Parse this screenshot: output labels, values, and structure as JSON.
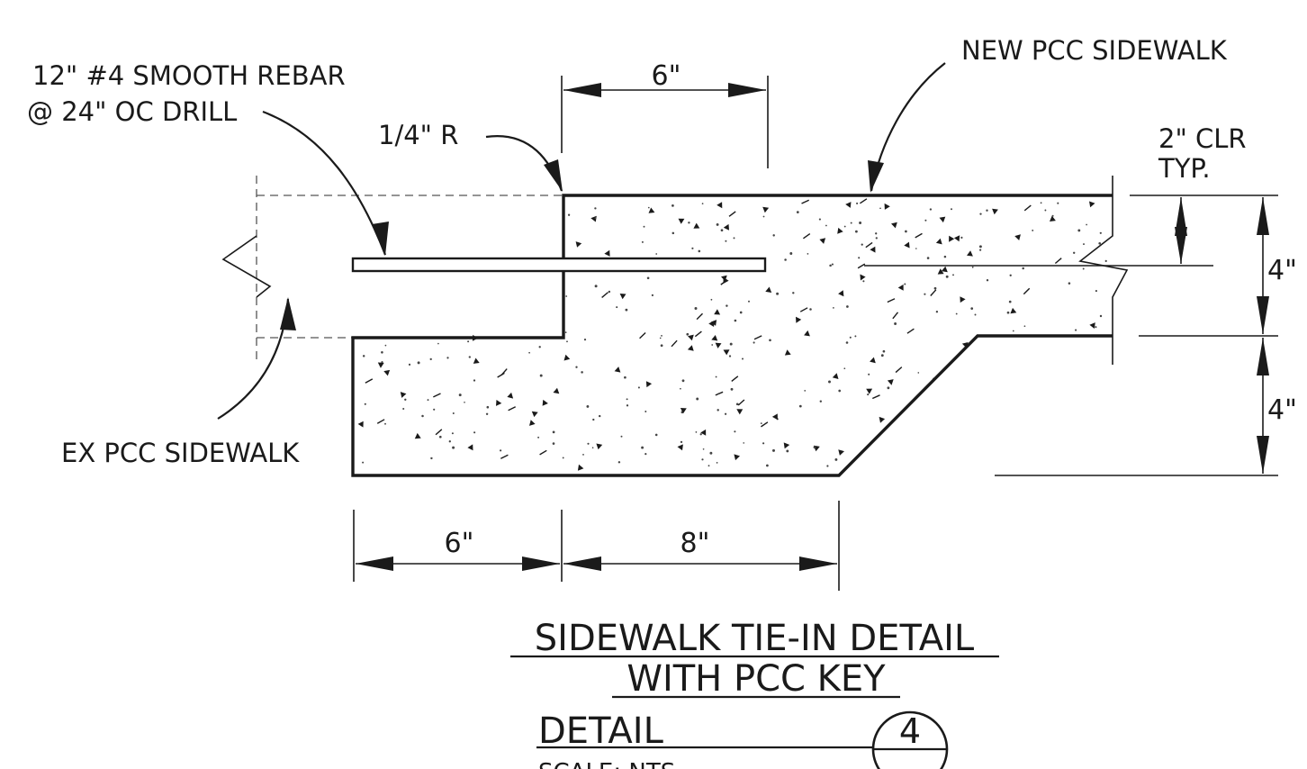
{
  "labels": {
    "rebar_line1": "12\" #4 SMOOTH REBAR",
    "rebar_line2": "@ 24\" OC DRILL",
    "radius": "1/4\" R",
    "new_sidewalk": "NEW PCC SIDEWALK",
    "clear_line1": "2\" CLR",
    "clear_line2": "TYP.",
    "ex_sidewalk": "EX PCC SIDEWALK"
  },
  "dimensions": {
    "top_key": "6\"",
    "bottom_left": "6\"",
    "bottom_right": "8\"",
    "thickness_upper": "4\"",
    "thickness_lower": "4\""
  },
  "title": {
    "line1": "SIDEWALK TIE-IN DETAIL",
    "line2": "WITH PCC KEY",
    "detail_word": "DETAIL",
    "scale": "SCALE: NTS",
    "detail_number": "4"
  }
}
